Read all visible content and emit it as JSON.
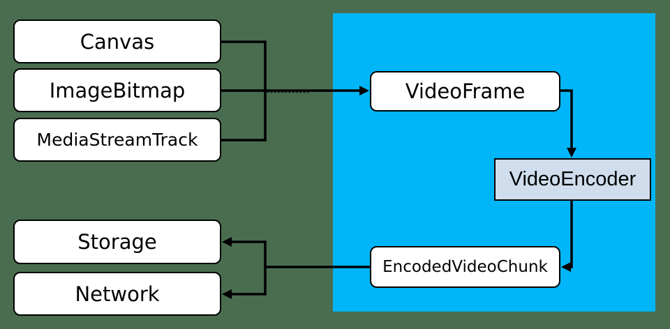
{
  "nodes": {
    "canvas": {
      "label": "Canvas"
    },
    "imagebitmap": {
      "label": "ImageBitmap"
    },
    "mediastreamtrack": {
      "label": "MediaStreamTrack"
    },
    "videoframe": {
      "label": "VideoFrame"
    },
    "videoencoder": {
      "label": "VideoEncoder"
    },
    "encodedvideochunk": {
      "label": "EncodedVideoChunk"
    },
    "storage": {
      "label": "Storage"
    },
    "network": {
      "label": "Network"
    }
  },
  "edges": [
    {
      "from": "Canvas",
      "to": "VideoFrame"
    },
    {
      "from": "ImageBitmap",
      "to": "VideoFrame"
    },
    {
      "from": "MediaStreamTrack",
      "to": "VideoFrame"
    },
    {
      "from": "VideoFrame",
      "to": "VideoEncoder"
    },
    {
      "from": "VideoEncoder",
      "to": "EncodedVideoChunk"
    },
    {
      "from": "EncodedVideoChunk",
      "to": "Storage"
    },
    {
      "from": "EncodedVideoChunk",
      "to": "Network"
    }
  ],
  "colors": {
    "background": "#4a6d50",
    "highlight_region": "#00b6f8",
    "node_fill": "#ffffff",
    "encoder_fill": "#cfdded",
    "node_border": "#000000",
    "connector": "#000000",
    "text": "#000000"
  }
}
